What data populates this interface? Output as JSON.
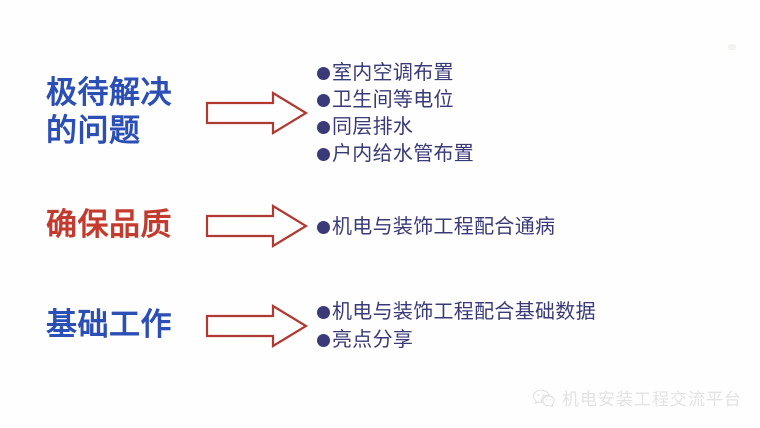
{
  "slide": {
    "background_color": "#fefefe",
    "label_blue": "#2b4fb5",
    "label_red": "#c23b2e",
    "bullet_color": "#3a3a78",
    "arrow_color": "#b03a32",
    "watermark_color": "#e3e3e3"
  },
  "rows": [
    {
      "label_lines": [
        "极待解决",
        "的问题"
      ],
      "label_color_name": "blue",
      "arrow_icon": "right-arrow-outline-icon",
      "bullets": [
        "室内空调布置",
        "卫生间等电位",
        "同层排水",
        "户内给水管布置"
      ]
    },
    {
      "label_lines": [
        "确保品质"
      ],
      "label_color_name": "red",
      "arrow_icon": "right-arrow-outline-icon",
      "bullets": [
        "机电与装饰工程配合通病"
      ]
    },
    {
      "label_lines": [
        "基础工作"
      ],
      "label_color_name": "blue",
      "arrow_icon": "right-arrow-outline-icon",
      "bullets": [
        "机电与装饰工程配合基础数据",
        "亮点分享"
      ]
    }
  ],
  "watermark": {
    "icon": "wechat-icon",
    "text": "机电安装工程交流平台"
  }
}
